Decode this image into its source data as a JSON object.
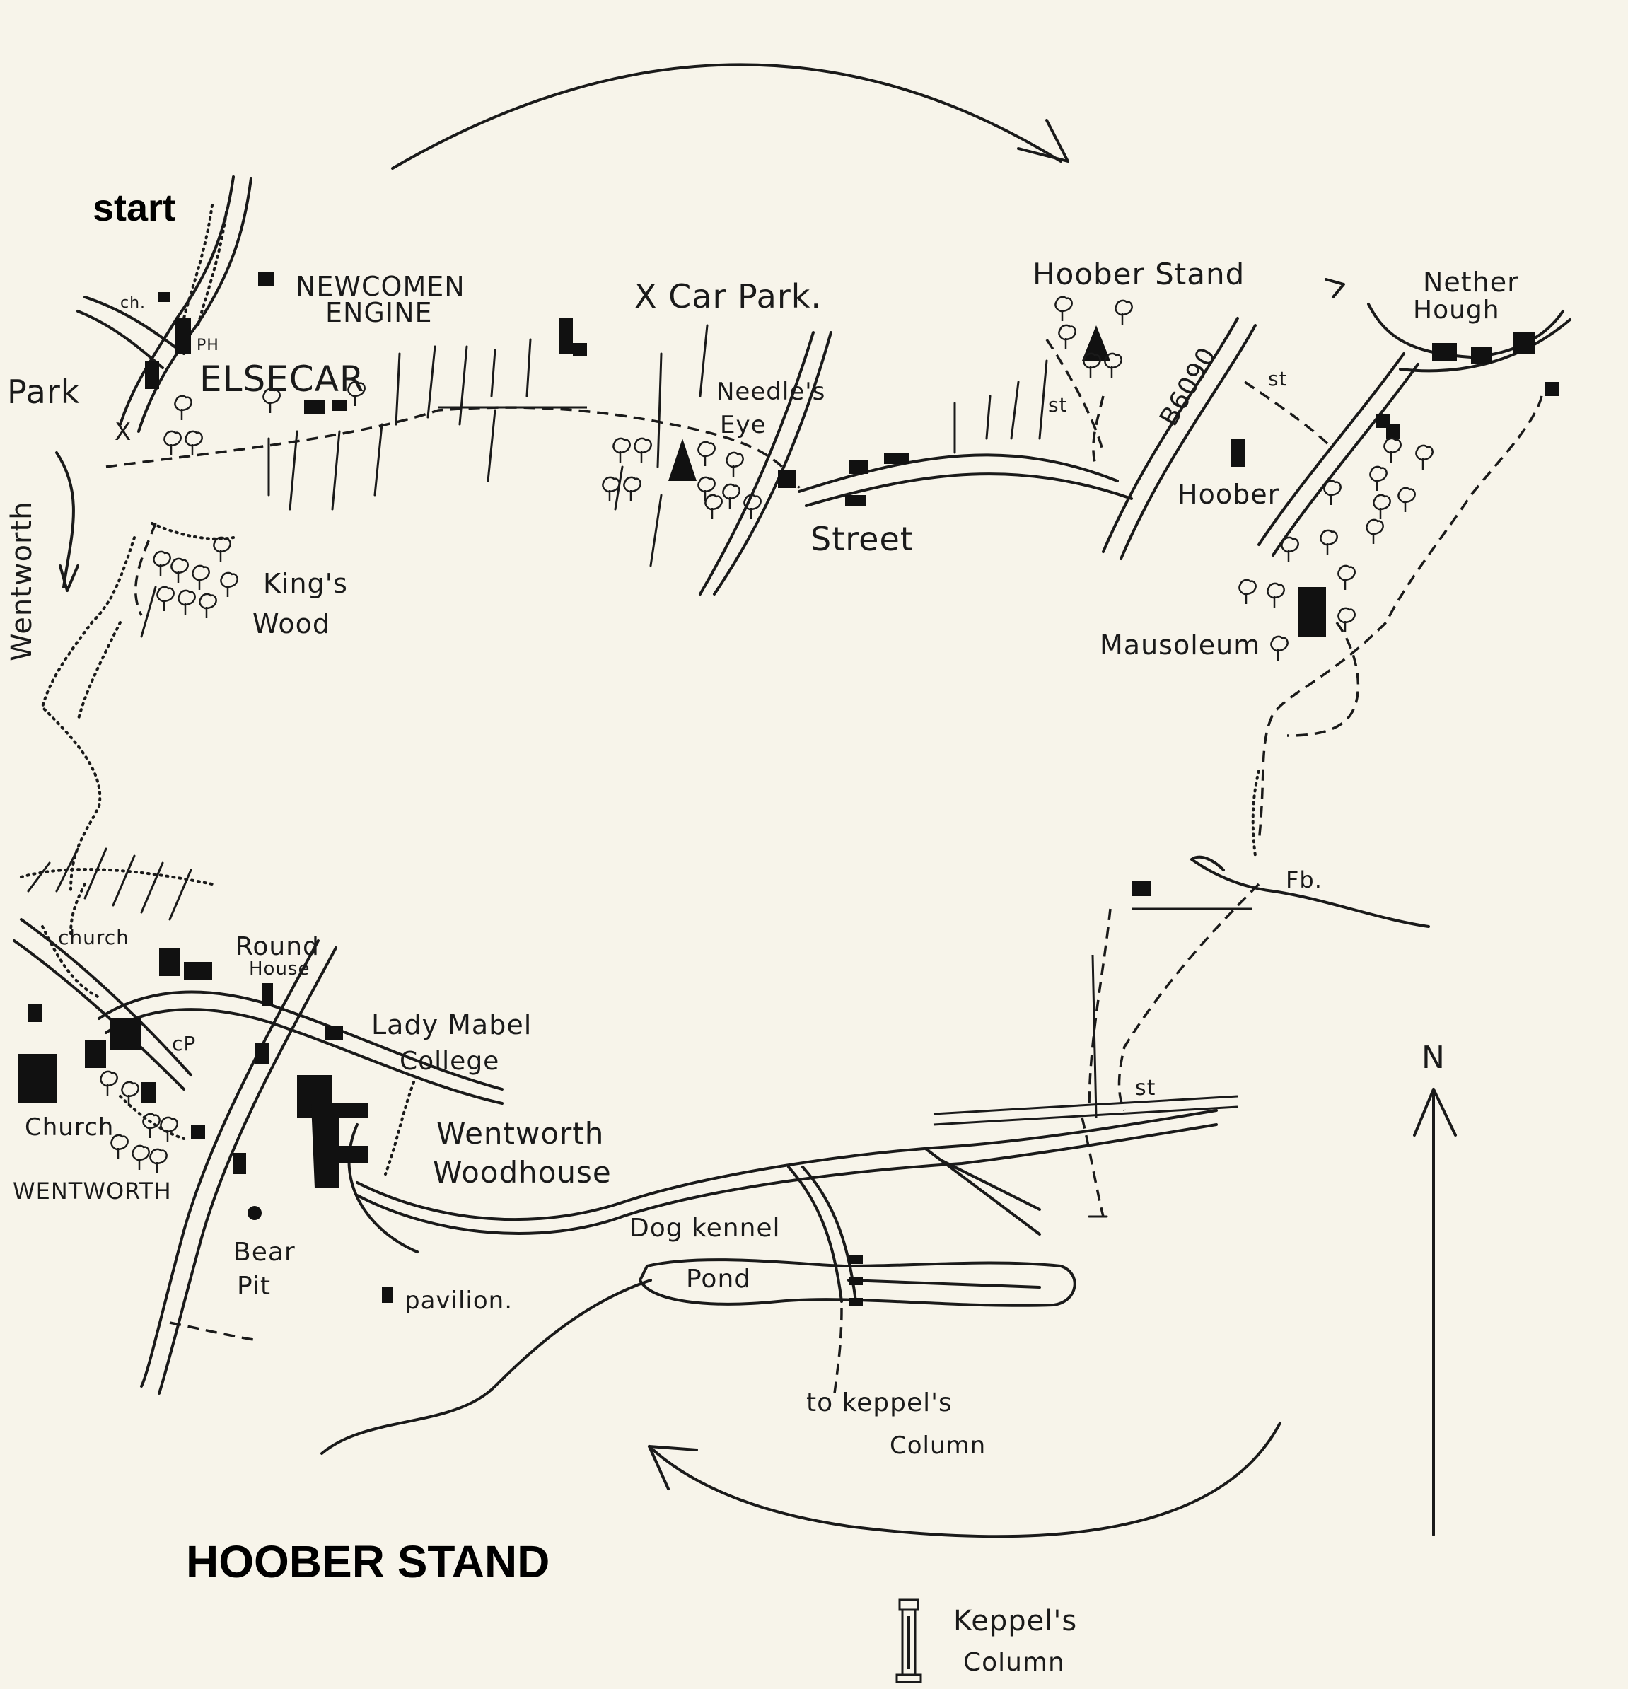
{
  "map": {
    "title": "HOOBER STAND",
    "start_label": "start",
    "north_label": "N",
    "labels": {
      "newcomen": "NEWCOMEN",
      "engine": "ENGINE",
      "elsecar": "ELSECAR",
      "ch": "ch.",
      "ph": "PH",
      "park": "Park",
      "wentworth_road": "Wentworth",
      "car_park": "X Car Park.",
      "needles": "Needle's",
      "eye": "Eye",
      "hoober_stand": "Hoober Stand",
      "b6090": "B6090",
      "st1": "st",
      "st2": "st",
      "st3": "st",
      "nether": "Nether",
      "hough": "Hough",
      "hoober": "Hoober",
      "street": "Street",
      "kings": "King's",
      "wood": "Wood",
      "mausoleum": "Mausoleum",
      "fb": "Fb.",
      "church_upper": "church",
      "round": "Round",
      "house": "House",
      "lady_mabel": "Lady Mabel",
      "college": "College",
      "cp": "cP",
      "church_lower": "Church",
      "wentworth_village": "WENTWORTH",
      "wentworth_w1": "Wentworth",
      "woodhouse": "Woodhouse",
      "bear": "Bear",
      "pit": "Pit",
      "pavilion": "pavilion.",
      "dog_kennel": "Dog kennel",
      "pond": "Pond",
      "to_keppels": "to keppel's",
      "column_lower": "Column",
      "keppels": "Keppel's",
      "column": "Column",
      "x_mark": "X"
    }
  }
}
